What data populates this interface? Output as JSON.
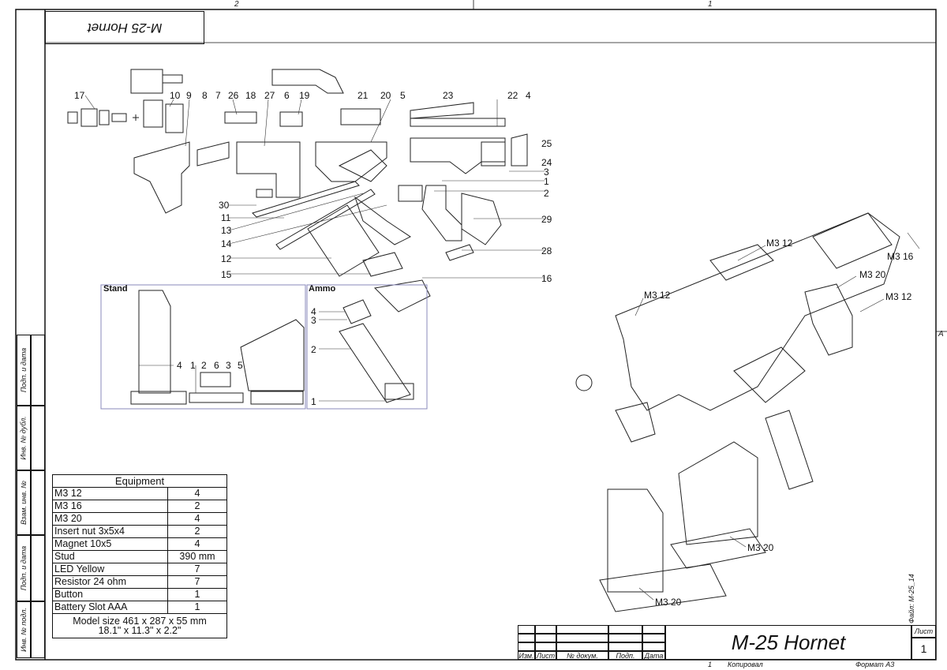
{
  "zones": {
    "top_left": "2",
    "top_right": "1",
    "right_mid": "A"
  },
  "stamp_text": "M-25 Hornet",
  "side_labels": [
    "Подп. и дата",
    "Инв. № дубл.",
    "Взам. инв. №",
    "Подп. и дата",
    "Инв. № подл."
  ],
  "equipment": {
    "header": "Equipment",
    "rows": [
      {
        "item": "M3 12",
        "qty": "4"
      },
      {
        "item": "M3 16",
        "qty": "2"
      },
      {
        "item": "M3 20",
        "qty": "4"
      },
      {
        "item": "Insert nut 3x5x4",
        "qty": "2"
      },
      {
        "item": "Magnet 10x5",
        "qty": "4"
      },
      {
        "item": "Stud",
        "qty": "390 mm"
      },
      {
        "item": "LED Yellow",
        "qty": "7"
      },
      {
        "item": "Resistor 24 ohm",
        "qty": "7"
      },
      {
        "item": "Button",
        "qty": "1"
      },
      {
        "item": "Battery Slot AAA",
        "qty": "1"
      }
    ],
    "model_size_1": "Model size 461 x 287 x 55 mm",
    "model_size_2": "18.1\" x 11.3\" x 2.2\""
  },
  "title_block": {
    "title": "M-25 Hornet",
    "cols": [
      "Изм.",
      "Лист",
      "№ докум.",
      "Подп.",
      "Дата"
    ],
    "sheet_label": "Лист",
    "sheet_num": "1",
    "file": "Файл: M-25_14",
    "copied": "Копировал",
    "format": "Формат А3",
    "footer_num": "1"
  },
  "sections": {
    "stand": "Stand",
    "ammo": "Ammo"
  },
  "part_labels": {
    "top_row": [
      "17",
      "10",
      "9",
      "8",
      "7",
      "26",
      "18",
      "27",
      "6",
      "19",
      "21",
      "20",
      "5",
      "23",
      "22",
      "4"
    ],
    "right_col": [
      "25",
      "24",
      "3",
      "1",
      "2",
      "29",
      "28",
      "16"
    ],
    "left_col": [
      "30",
      "11",
      "13",
      "14",
      "12",
      "15"
    ],
    "stand": [
      "4",
      "1",
      "2",
      "6",
      "3",
      "5"
    ],
    "ammo": [
      "4",
      "3",
      "2",
      "1"
    ]
  },
  "assembly_callouts": [
    "M3 12",
    "M3 16",
    "M3 20",
    "M3 12",
    "M3 12",
    "M3 20",
    "M3 20"
  ]
}
